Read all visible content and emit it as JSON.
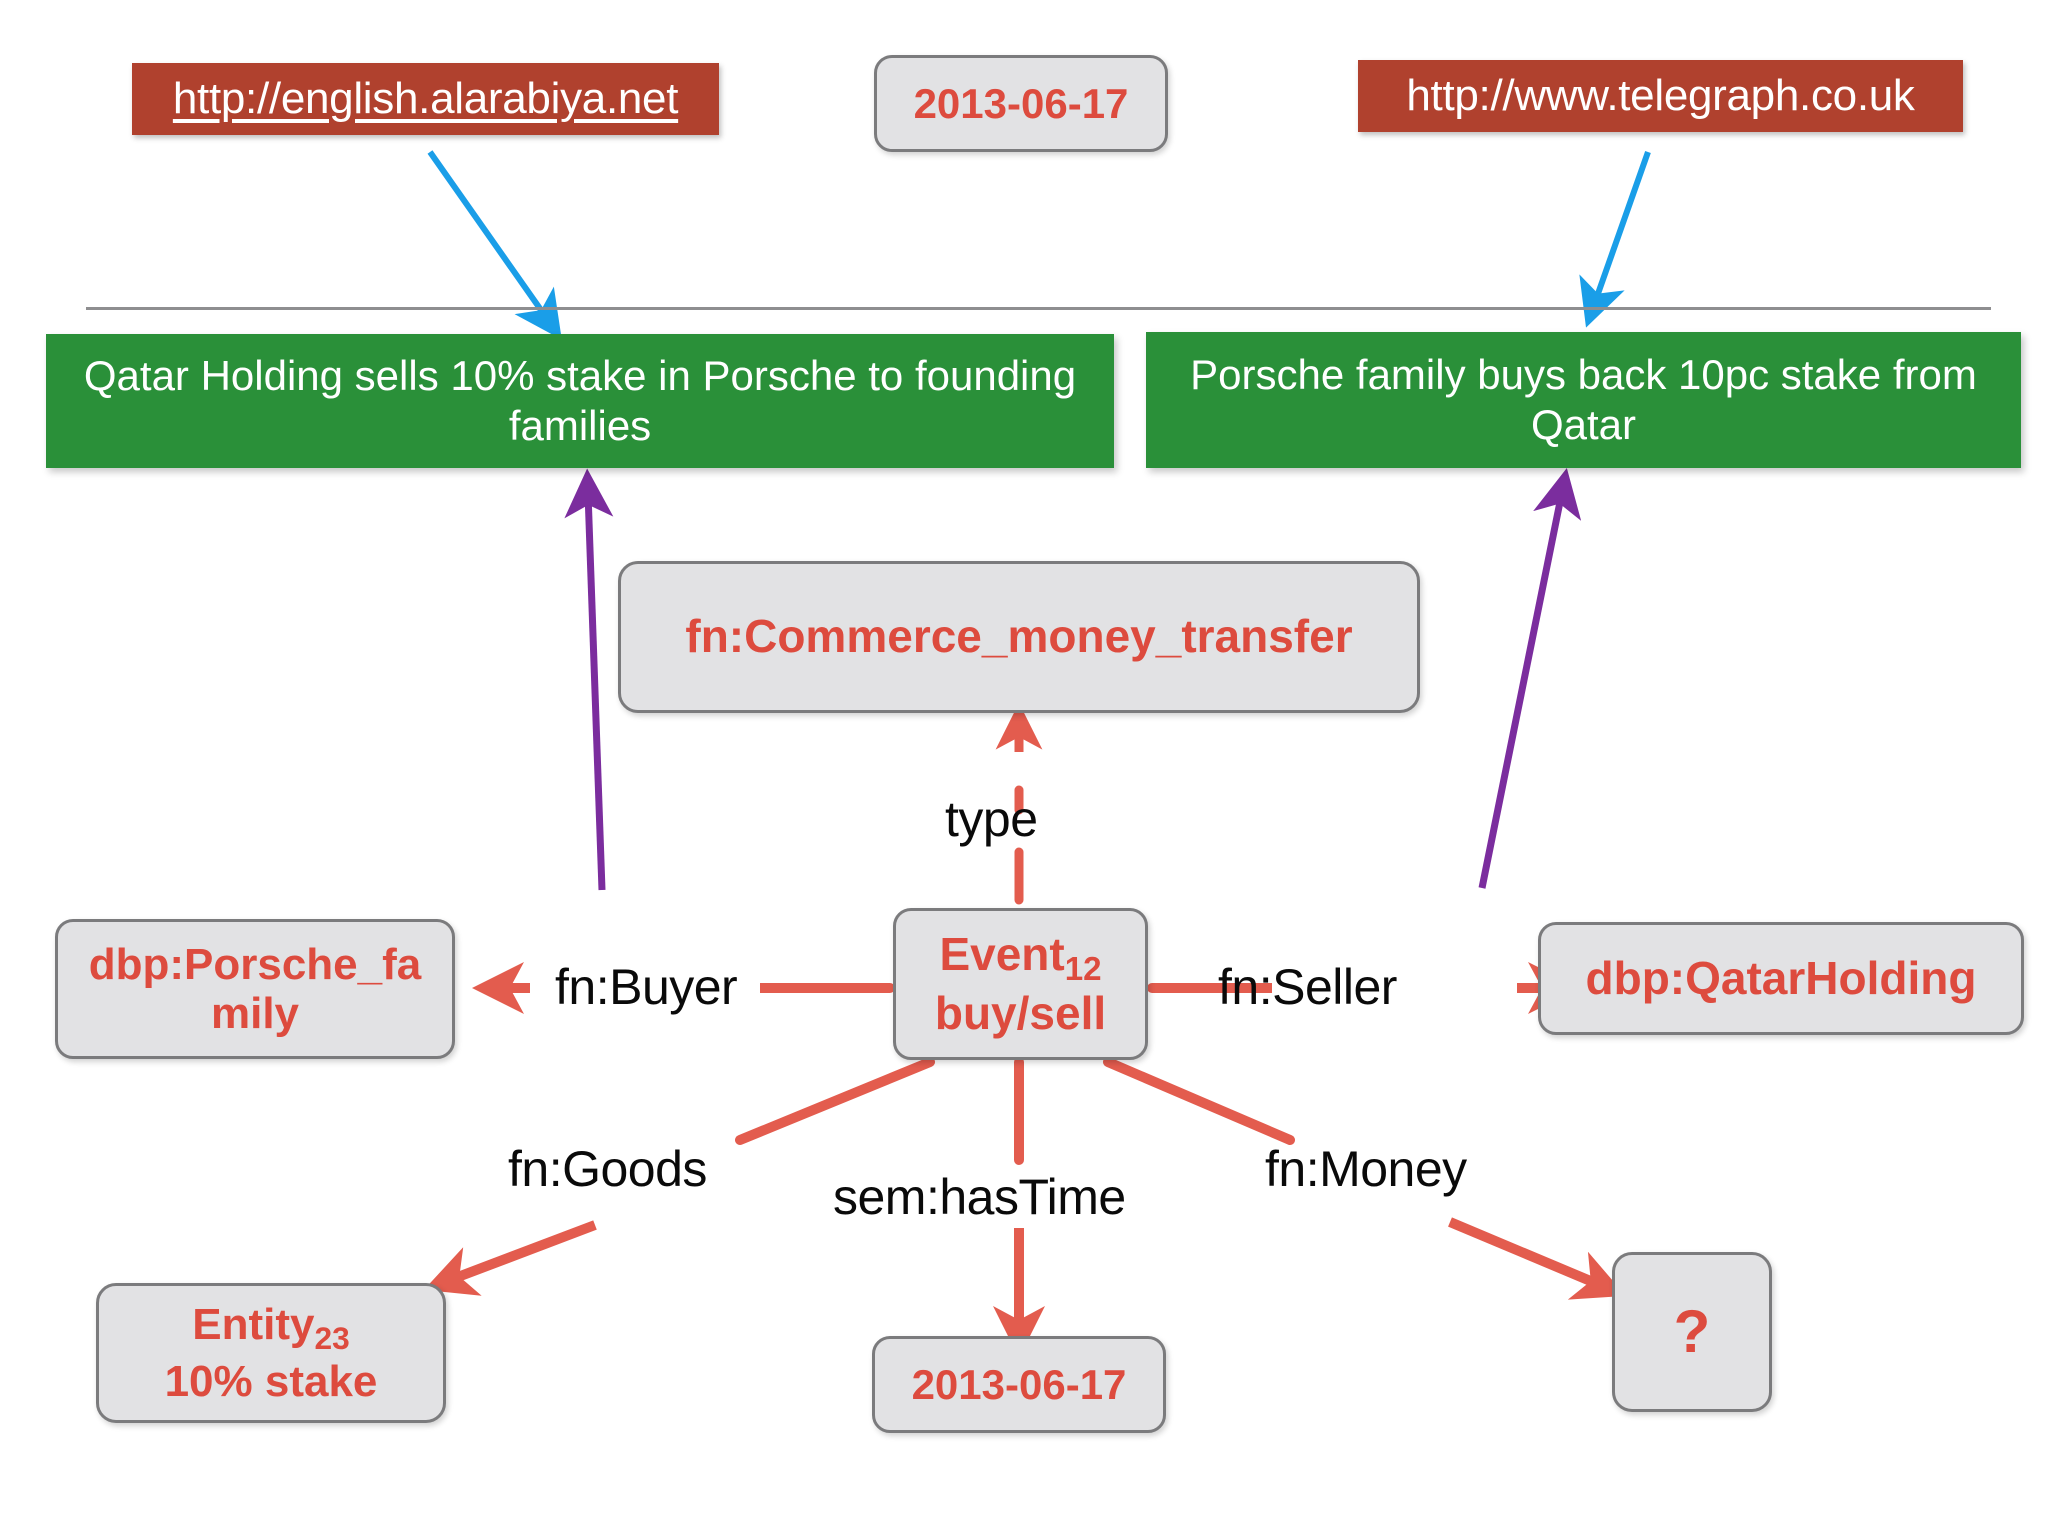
{
  "diagram": {
    "title": "Event-centric knowledge graph for a buy/sell event",
    "accent_red": "#dd4b3e",
    "node_fill": "#e2e2e4",
    "node_border": "#7b7b7d",
    "green": "#2a9039",
    "brick": "#b0412e",
    "blue_arrow": "#1a9ee8",
    "purple_arrow": "#7b2d9e"
  },
  "sources": {
    "left_url": "http://english.alarabiya.net",
    "right_url": "http://www.telegraph.co.uk",
    "date_badge": "2013-06-17"
  },
  "headlines": {
    "left": "Qatar Holding sells 10% stake in Porsche to founding families",
    "right": "Porsche family buys back 10pc stake from Qatar"
  },
  "nodes": {
    "event_type": "fn:Commerce_money_transfer",
    "event": {
      "label": "Event",
      "subscript": "12",
      "line2": "buy/sell"
    },
    "buyer": "dbp:Porsche_fa mily",
    "buyer_line1": "dbp:Porsche_fa",
    "buyer_line2": "mily",
    "seller": "dbp:QatarHolding",
    "goods": {
      "label": "Entity",
      "subscript": "23",
      "line2": "10% stake"
    },
    "time": "2013-06-17",
    "money": "?"
  },
  "edges": {
    "type": "type",
    "buyer": "fn:Buyer",
    "seller": "fn:Seller",
    "goods": "fn:Goods",
    "has_time": "sem:hasTime",
    "money": "fn:Money"
  }
}
